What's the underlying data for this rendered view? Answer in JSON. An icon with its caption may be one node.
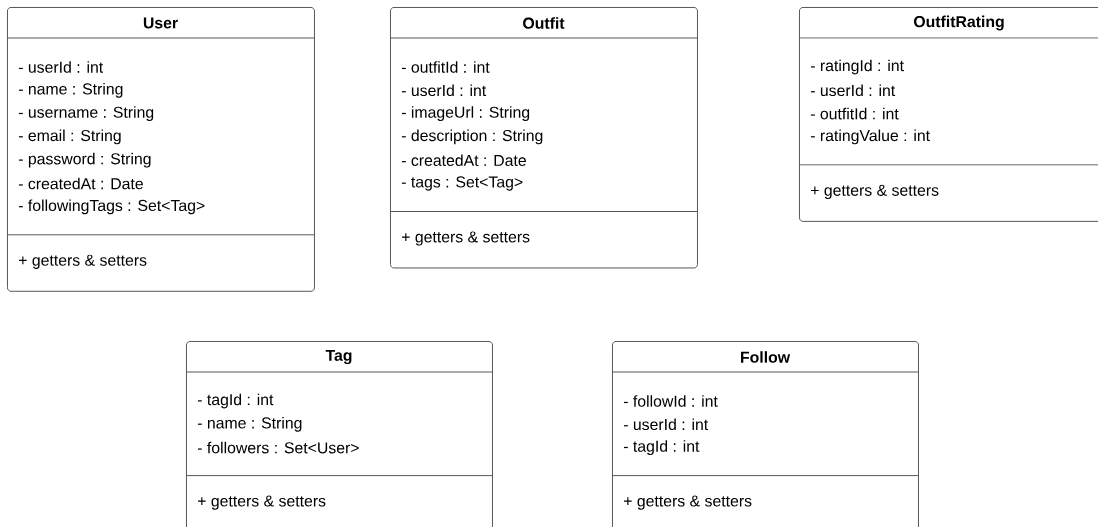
{
  "diagram": {
    "nodes": [
      {
        "text": [
          "User",
          "- userId : int",
          "- name : String",
          "- username : String",
          "- email : String",
          "- password : String",
          "- createdAt : Date",
          "- followingTags : Set<Tag>",
          "+ getters & setters"
        ]
      },
      {
        "text": [
          "Outfit",
          "- outfitId : int",
          "- userId : int",
          "- imageUrl : String",
          "- description : String",
          "- createdAt : Date",
          "- tags : Set<Tag>",
          "+ getters & setters"
        ]
      },
      {
        "text": [
          "OutfitRating",
          "- ratingId : int",
          "- userId : int",
          "- outfitId : int",
          "- ratingValue : int",
          "+ getters & setters"
        ]
      },
      {
        "text": [
          "Tag",
          "- tagId : int",
          "- name : String",
          "- followers : Set<User>",
          "+ getters & setters"
        ]
      },
      {
        "text": [
          "Follow",
          "- followId : int",
          "- userId : int",
          "- tagId : int",
          "+ getters & setters"
        ]
      }
    ]
  }
}
